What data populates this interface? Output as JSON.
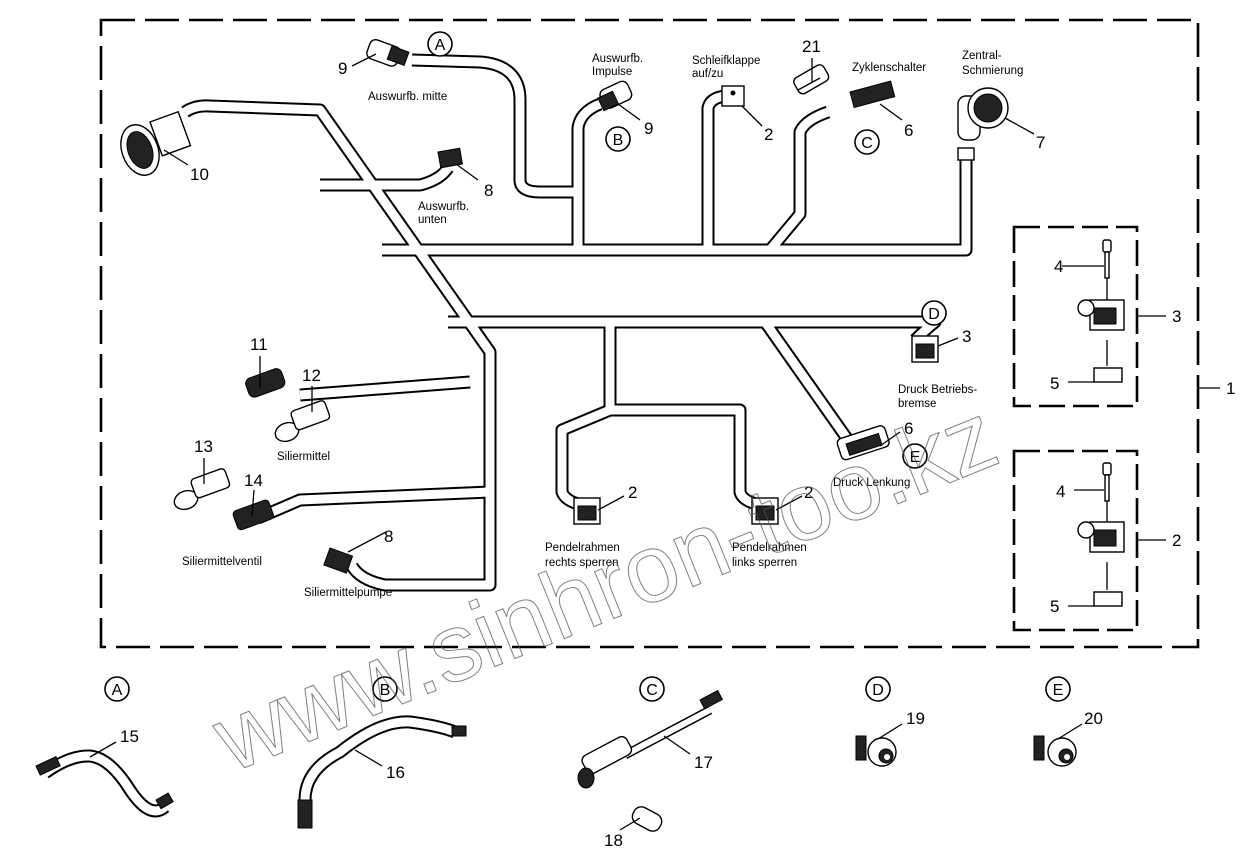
{
  "diagram": {
    "assembly_callout": "1",
    "watermark": "www.sinhron-too.kz",
    "harness_labels": {
      "auswurf_mitte": "Auswurfb. mitte",
      "auswurf_impulse_1": "Auswurfb.",
      "auswurf_impulse_2": "Impulse",
      "schleifklappe_1": "Schleifklappe",
      "schleifklappe_2": "auf/zu",
      "zyklenschalter": "Zyklenschalter",
      "zentral_1": "Zentral-",
      "zentral_2": "Schmierung",
      "auswurf_unten_1": "Auswurfb.",
      "auswurf_unten_2": "unten",
      "siliermittel": "Siliermittel",
      "siliermittelventil": "Siliermittelventil",
      "siliermittelpumpe": "Siliermittelpumpe",
      "pendel_rechts_1": "Pendelrahmen",
      "pendel_rechts_2": "rechts sperren",
      "pendel_links_1": "Pendelrahmen",
      "pendel_links_2": "links sperren",
      "druck_betrieb_1": "Druck Betriebs-",
      "druck_betrieb_2": "bremse",
      "druck_lenkung": "Druck Lenkung"
    },
    "callouts": {
      "c9a": "9",
      "c9b": "9",
      "c2a": "2",
      "c21": "21",
      "c6a": "6",
      "c7": "7",
      "c10": "10",
      "c8a": "8",
      "c11": "11",
      "c12": "12",
      "c13": "13",
      "c14": "14",
      "c8b": "8",
      "c2b": "2",
      "c2c": "2",
      "c3a": "3",
      "c6b": "6",
      "box1_4": "4",
      "box1_3": "3",
      "box1_5": "5",
      "box2_4": "4",
      "box2_2": "2",
      "box2_5": "5",
      "c15": "15",
      "c16": "16",
      "c17": "17",
      "c18": "18",
      "c19": "19",
      "c20": "20"
    },
    "detail_letters": {
      "A": "A",
      "B": "B",
      "C": "C",
      "D": "D",
      "E": "E"
    }
  }
}
